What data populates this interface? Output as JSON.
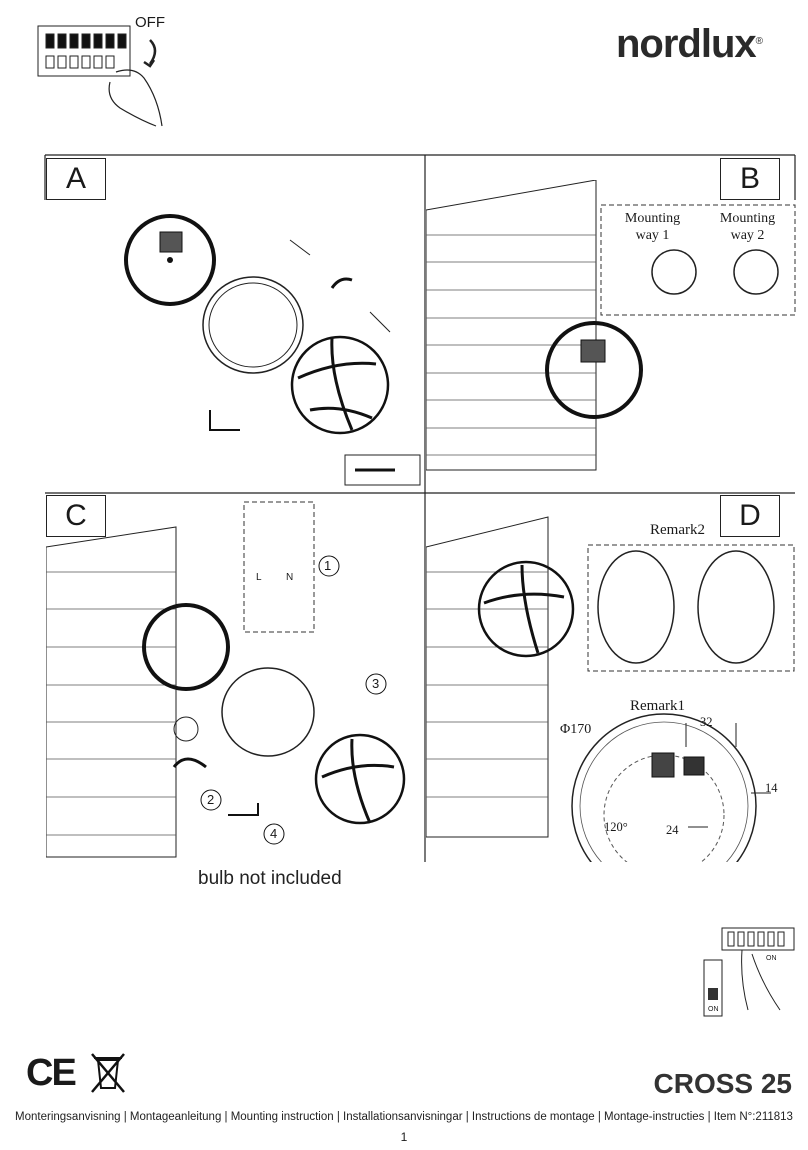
{
  "brand": {
    "name": "nordlux",
    "registered": "®"
  },
  "header": {
    "switch_label": "OFF"
  },
  "panels": {
    "a": {
      "label": "A"
    },
    "b": {
      "label": "B",
      "way1_line1": "Mounting",
      "way1_line2": "way 1",
      "way2_line1": "Mounting",
      "way2_line2": "way 2"
    },
    "c": {
      "label": "C",
      "step1": "1",
      "step2": "2",
      "step3": "3",
      "step4": "4",
      "terminal_l": "L",
      "terminal_n": "N",
      "bulb_note": "bulb not included"
    },
    "d": {
      "label": "D",
      "remark2": "Remark2",
      "remark1": "Remark1",
      "diameter": "Φ170",
      "dim_32": "32",
      "dim_14": "14",
      "dim_24": "24",
      "angle": "120°"
    }
  },
  "switch_box": {
    "on_label_1": "ON",
    "on_label_2": "ON"
  },
  "product": {
    "name": "CROSS 25"
  },
  "footer": {
    "instructions": "Monteringsanvisning | Montageanleitung | Mounting instruction | Installationsanvisningar | Instructions de montage | Montage-instructies | Item N°:211813",
    "page_number": "1"
  }
}
